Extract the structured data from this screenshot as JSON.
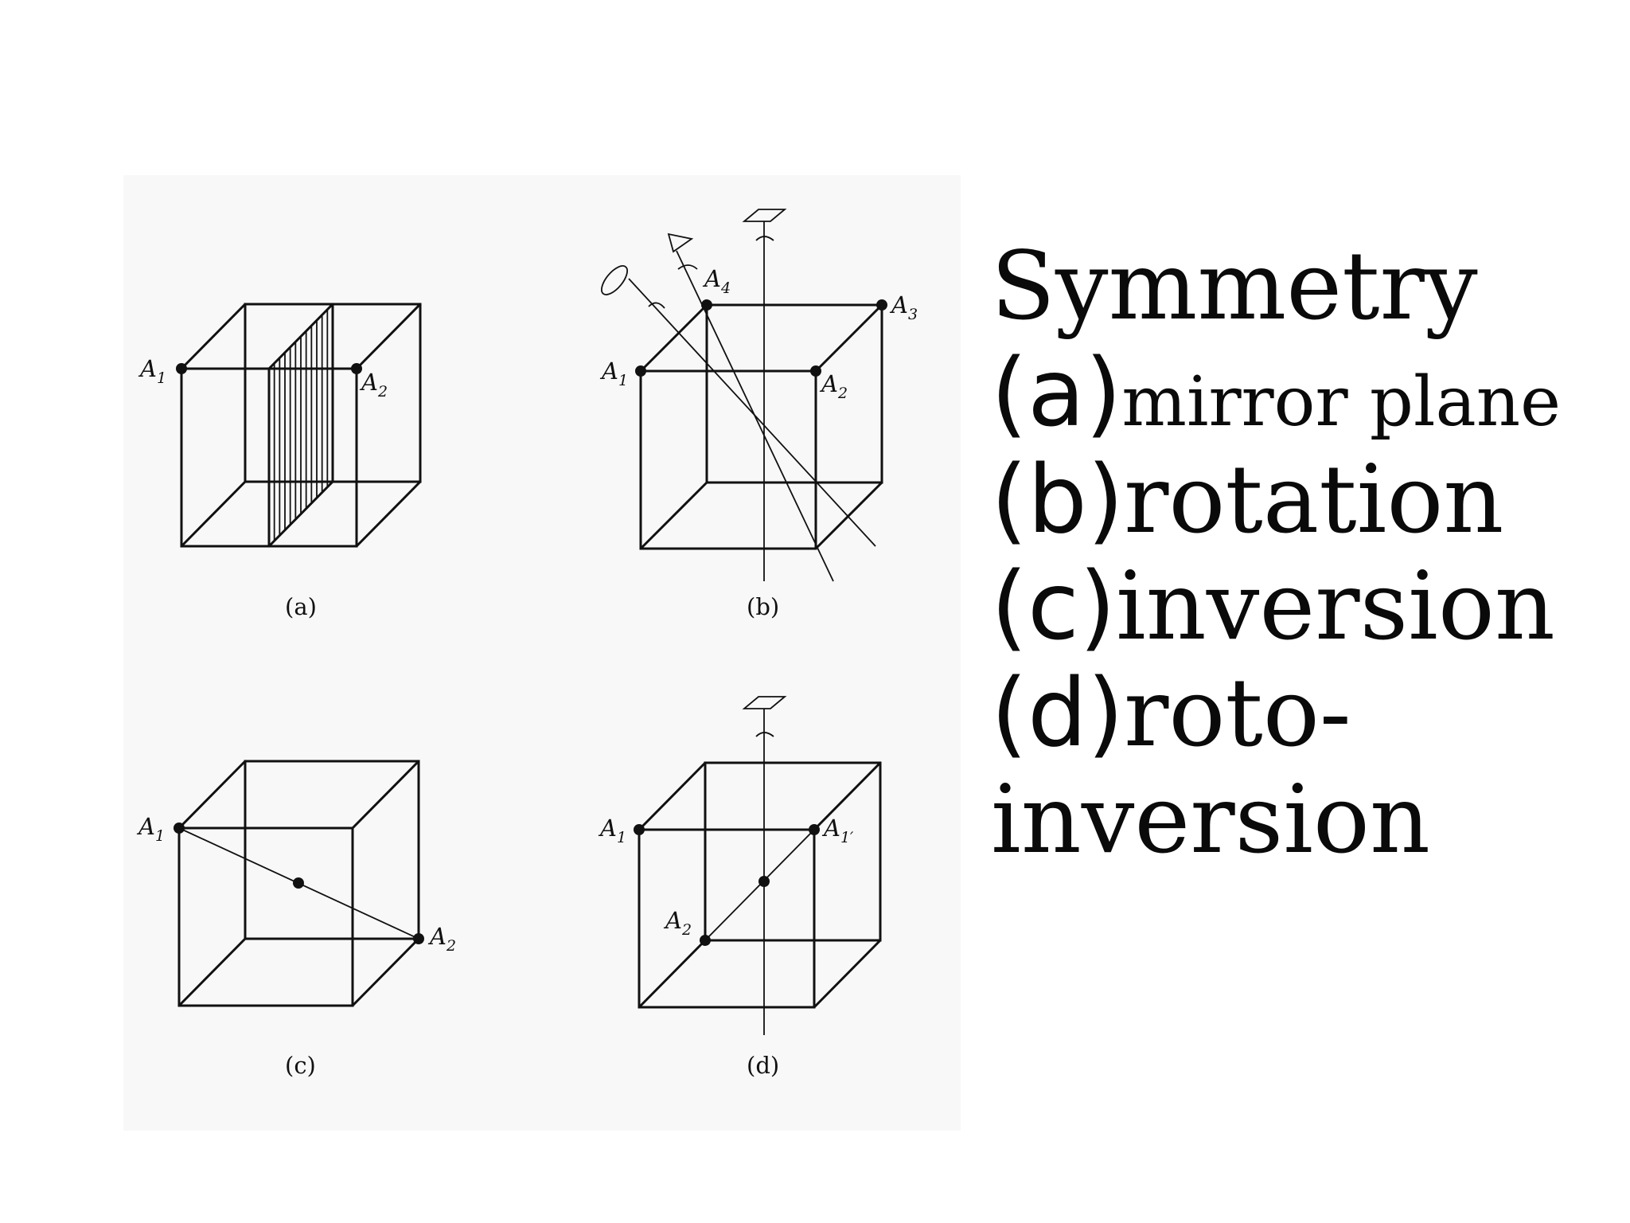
{
  "title": "Symmetry",
  "items": [
    {
      "letter": "(a)",
      "text": "mirror plane"
    },
    {
      "letter": "(b)",
      "text": "rotation"
    },
    {
      "letter": "(c)",
      "text": "inversion"
    },
    {
      "letter": "(d)",
      "text": "roto-"
    },
    {
      "letter": "",
      "text": "inversion"
    }
  ],
  "figure": {
    "captions": {
      "a": "(a)",
      "b": "(b)",
      "c": "(c)",
      "d": "(d)"
    },
    "labels": {
      "A": "A",
      "s1": "1",
      "s2": "2",
      "s3": "3",
      "s4": "4",
      "s1prime": "1′"
    }
  }
}
